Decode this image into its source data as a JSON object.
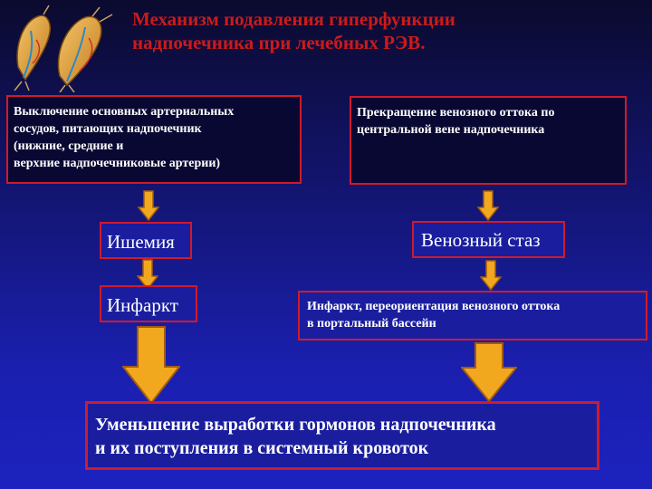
{
  "title": {
    "line1": "Механизм подавления гиперфункции",
    "line2": "надпочечника при лечебных РЭВ."
  },
  "left_top_box": {
    "lines": [
      "Выключение основных артериальных",
      "сосудов, питающих надпочечник",
      "(нижние, средние и",
      "верхние надпочечниковые артерии)"
    ]
  },
  "right_top_box": {
    "lines": [
      "Прекращение венозного оттока по",
      "центральной вене надпочечника"
    ]
  },
  "ischemia_box": {
    "label": "Ишемия"
  },
  "infarct_box": {
    "label": "Инфаркт"
  },
  "venous_stasis_box": {
    "label": "Венозный стаз"
  },
  "infarct_reorient_box": {
    "lines": [
      "Инфаркт, переориентация венозного оттока",
      "в портальный бассейн"
    ]
  },
  "result_box": {
    "lines": [
      "Уменьшение выработки гормонов надпочечника",
      "и их поступления в системный кровоток"
    ]
  },
  "colors": {
    "title": "#cc1a1a",
    "border": "#d11a2a",
    "arrow_fill": "#f2a81e",
    "arrow_stroke": "#a25c10"
  },
  "icons": {
    "logo": "adrenal-gland-illustration"
  }
}
